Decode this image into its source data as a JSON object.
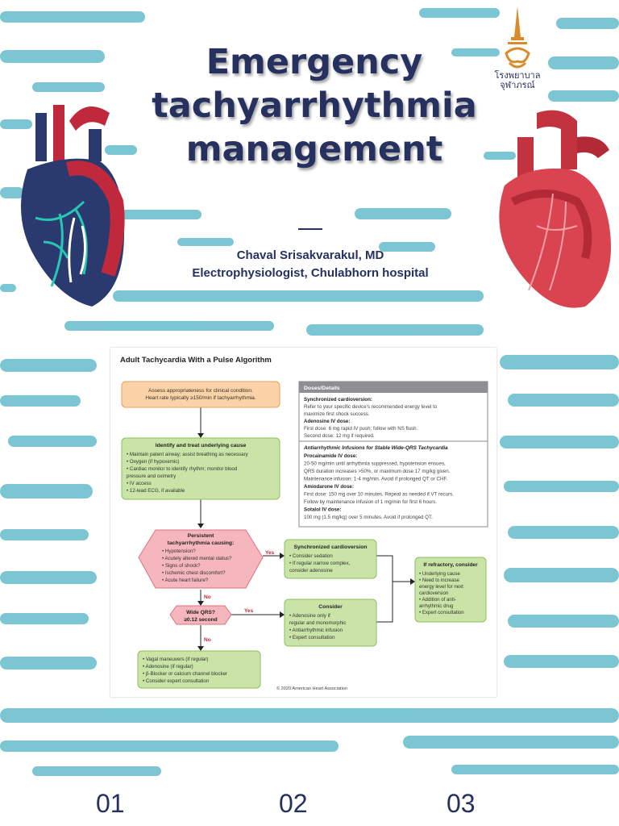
{
  "slide": {
    "title_line1": "Emergency",
    "title_line2": "tachyarrhythmia",
    "title_line3": "management",
    "author_name": "Chaval Srisakvarakul, MD",
    "author_role": "Electrophysiologist, Chulabhorn hospital",
    "logo_line1": "โรงพยาบาล",
    "logo_line2": "จุฬาภรณ์",
    "footer": [
      "01",
      "02",
      "03"
    ],
    "colors": {
      "navy": "#26315f",
      "stripe": "#4fb3c4",
      "orange": "#fcd3a7",
      "pink": "#f5b6bd",
      "green": "#c9e4a6"
    }
  },
  "algorithm": {
    "title": "Adult Tachycardia With a Pulse Algorithm",
    "assess": [
      "Assess appropriateness for clinical condition.",
      "Heart rate typically ≥150/min if tachyarrhythmia."
    ],
    "identify_title": "Identify and treat underlying cause",
    "identify_items": [
      "• Maintain patent airway; assist breathing as necessary",
      "• Oxygen (if hypoxemic)",
      "• Cardiac monitor to identify rhythm; monitor blood",
      "  pressure and oximetry",
      "• IV access",
      "• 12-lead ECG, if available"
    ],
    "persistent_title": [
      "Persistent",
      "tachyarrhythmia causing:"
    ],
    "persistent_items": [
      "• Hypotension?",
      "• Acutely altered mental status?",
      "• Signs of shock?",
      "• Ischemic chest discomfort?",
      "• Acute heart failure?"
    ],
    "yes": "Yes",
    "no": "No",
    "sync_title": "Synchronized cardioversion",
    "sync_items": [
      "• Consider sedation",
      "• If regular narrow complex,",
      "  consider adenosine"
    ],
    "wide_title": [
      "Wide QRS?",
      "≥0.12 second"
    ],
    "consider_title": "Consider",
    "consider_items": [
      "• Adenosine only if",
      "  regular and monomorphic",
      "• Antiarrhythmic infusion",
      "• Expert consultation"
    ],
    "refractory_title": "If refractory, consider",
    "refractory_items": [
      "• Underlying cause",
      "• Need to increase",
      "  energy level for next",
      "  cardioversion",
      "• Addition of anti-",
      "  arrhythmic drug",
      "• Expert consultation"
    ],
    "vagal_items": [
      "• Vagal maneuvers (if regular)",
      "• Adenosine (if regular)",
      "• β-Blocker or calcium channel blocker",
      "• Consider expert consultation"
    ],
    "doses_header": "Doses/Details",
    "doses_lines": [
      {
        "t": "Synchronized cardioversion:",
        "b": true
      },
      {
        "t": "Refer to your specific device's recommended energy level to",
        "b": false
      },
      {
        "t": "maximize first shock success.",
        "b": false
      },
      {
        "t": "Adenosine IV dose:",
        "b": true
      },
      {
        "t": "First dose: 6 mg rapid IV push; follow with NS flush.",
        "b": false
      },
      {
        "t": "Second dose: 12 mg if required.",
        "b": false
      }
    ],
    "infusions_title": "Antiarrhythmic Infusions for Stable Wide-QRS Tachycardia",
    "infusion_lines": [
      {
        "t": "Procainamide IV dose:",
        "b": true
      },
      {
        "t": "20-50 mg/min until arrhythmia suppressed, hypotension ensues,",
        "b": false
      },
      {
        "t": "QRS duration increases >50%, or maximum dose 17 mg/kg given.",
        "b": false
      },
      {
        "t": "Maintenance infusion: 1-4 mg/min. Avoid if prolonged QT or CHF.",
        "b": false
      },
      {
        "t": "Amiodarone IV dose:",
        "b": true
      },
      {
        "t": "First dose: 150 mg over 10 minutes. Repeat as needed if VT recurs.",
        "b": false
      },
      {
        "t": "Follow by maintenance infusion of 1 mg/min for first 6 hours.",
        "b": false
      },
      {
        "t": "Sotalol IV dose:",
        "b": true
      },
      {
        "t": "100 mg (1.5 mg/kg) over 5 minutes. Avoid if prolonged QT.",
        "b": false
      }
    ],
    "copyright": "© 2020 American Heart Association"
  }
}
